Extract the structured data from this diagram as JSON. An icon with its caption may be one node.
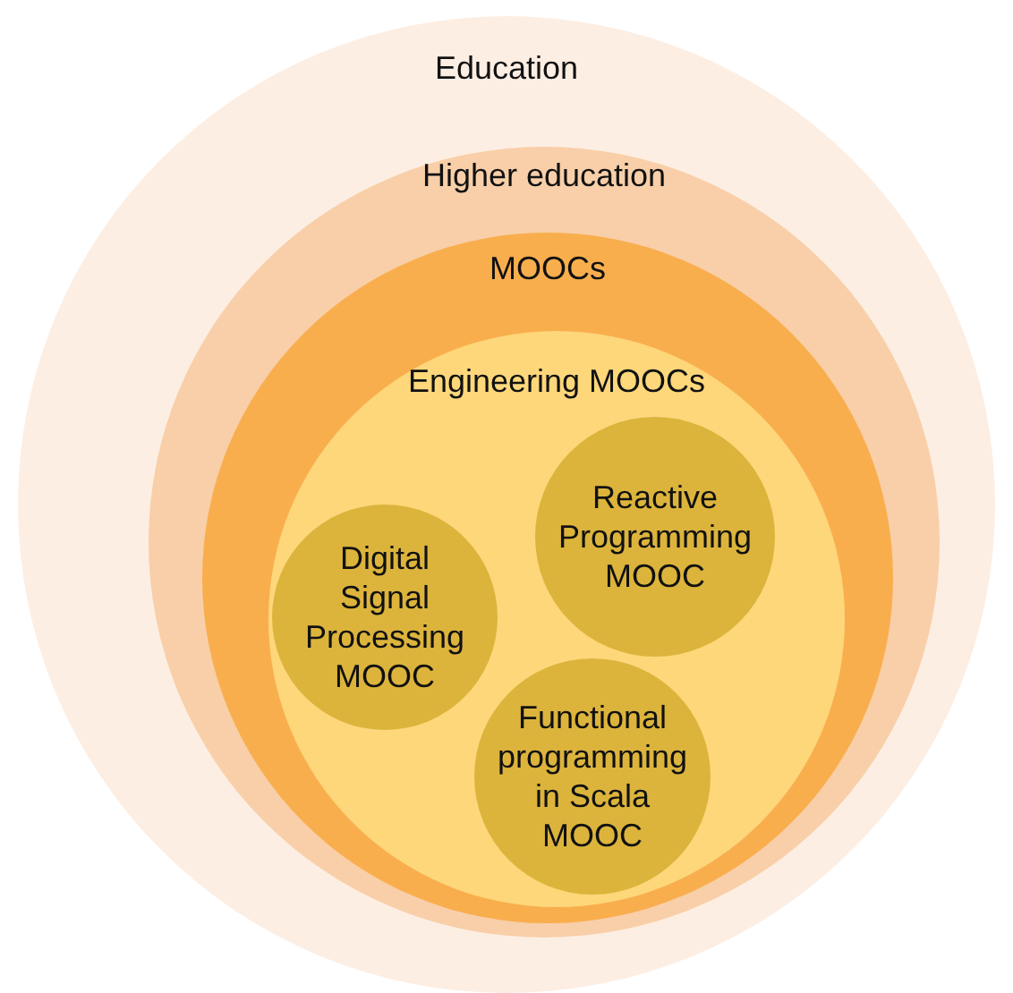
{
  "diagram": {
    "nodes": [
      {
        "text": [
          "Education"
        ]
      },
      {
        "text": [
          "Higher education"
        ],
        "in": 0
      },
      {
        "text": [
          "MOOCs"
        ],
        "in": 1
      },
      {
        "text": [
          "Engineering MOOCs"
        ],
        "in": 2
      },
      {
        "text": [
          "Reactive Programming MOOC"
        ],
        "in": 3
      },
      {
        "text": [
          "Digital Signal Processing MOOC"
        ],
        "in": 3
      },
      {
        "text": [
          "Functional programming in Scala MOOC"
        ],
        "in": 3
      }
    ]
  }
}
